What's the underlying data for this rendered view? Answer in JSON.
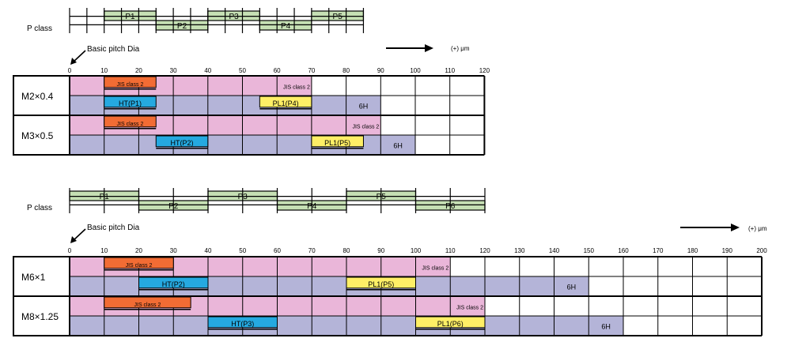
{
  "colors": {
    "p_class_fill": "#c6e0b4",
    "jis_band_fill": "#eab6d9",
    "six_h_band_fill": "#b4b4d8",
    "jis_class_box": "#f26c34",
    "ht_box": "#25a9e0",
    "pl1_box": "#ffef66"
  },
  "units": "(+) μm",
  "basic_pitch_label": "Basic pitch Dia",
  "p_class_label": "P class",
  "section1": {
    "axis_ticks": [
      "0",
      "10",
      "20",
      "30",
      "40",
      "50",
      "60",
      "70",
      "80",
      "90",
      "100",
      "110",
      "120"
    ],
    "p_class": [
      {
        "name": "P1",
        "from": 10,
        "to": 25
      },
      {
        "name": "P2",
        "from": 25,
        "to": 40
      },
      {
        "name": "P3",
        "from": 40,
        "to": 55
      },
      {
        "name": "P4",
        "from": 55,
        "to": 70
      },
      {
        "name": "P5",
        "from": 70,
        "to": 85
      }
    ],
    "threads": [
      {
        "name": "M2×0.4",
        "jis_band_end": 70,
        "jis_label": "JIS class 2",
        "six_h_band_end": 90,
        "six_h_label": "6H",
        "bars": [
          {
            "kind": "jis",
            "label": "JIS class 2",
            "from": 10,
            "to": 25,
            "row": "top"
          },
          {
            "kind": "ht",
            "label": "HT(P1)",
            "from": 10,
            "to": 25,
            "row": "bottom"
          },
          {
            "kind": "pl1",
            "label": "PL1(P4)",
            "from": 55,
            "to": 70,
            "row": "bottom"
          }
        ]
      },
      {
        "name": "M3×0.5",
        "jis_band_end": 90,
        "jis_label": "JIS class 2",
        "six_h_band_end": 100,
        "six_h_label": "6H",
        "bars": [
          {
            "kind": "jis",
            "label": "JIS class 2",
            "from": 10,
            "to": 25,
            "row": "top"
          },
          {
            "kind": "ht",
            "label": "HT(P2)",
            "from": 25,
            "to": 40,
            "row": "bottom"
          },
          {
            "kind": "pl1",
            "label": "PL1(P5)",
            "from": 70,
            "to": 85,
            "row": "bottom"
          }
        ]
      }
    ]
  },
  "section2": {
    "axis_ticks": [
      "0",
      "10",
      "20",
      "30",
      "40",
      "50",
      "60",
      "70",
      "80",
      "90",
      "100",
      "110",
      "120",
      "130",
      "140",
      "150",
      "160",
      "170",
      "180",
      "190",
      "200"
    ],
    "p_class": [
      {
        "name": "P1",
        "from": 0,
        "to": 20
      },
      {
        "name": "P2",
        "from": 20,
        "to": 40
      },
      {
        "name": "P3",
        "from": 40,
        "to": 60
      },
      {
        "name": "P4",
        "from": 60,
        "to": 80
      },
      {
        "name": "P5",
        "from": 80,
        "to": 100
      },
      {
        "name": "P6",
        "from": 100,
        "to": 120
      }
    ],
    "threads": [
      {
        "name": "M6×1",
        "jis_band_end": 110,
        "jis_label": "JIS class 2",
        "six_h_band_end": 150,
        "six_h_label": "6H",
        "bars": [
          {
            "kind": "jis",
            "label": "JIS class 2",
            "from": 10,
            "to": 30,
            "row": "top"
          },
          {
            "kind": "ht",
            "label": "HT(P2)",
            "from": 20,
            "to": 40,
            "row": "bottom"
          },
          {
            "kind": "pl1",
            "label": "PL1(P5)",
            "from": 80,
            "to": 100,
            "row": "bottom"
          }
        ]
      },
      {
        "name": "M8×1.25",
        "jis_band_end": 120,
        "jis_label": "JIS class 2",
        "six_h_band_end": 160,
        "six_h_label": "6H",
        "bars": [
          {
            "kind": "jis",
            "label": "JIS class 2",
            "from": 10,
            "to": 35,
            "row": "top"
          },
          {
            "kind": "ht",
            "label": "HT(P3)",
            "from": 40,
            "to": 60,
            "row": "bottom"
          },
          {
            "kind": "pl1",
            "label": "PL1(P6)",
            "from": 100,
            "to": 120,
            "row": "bottom"
          }
        ]
      }
    ]
  }
}
